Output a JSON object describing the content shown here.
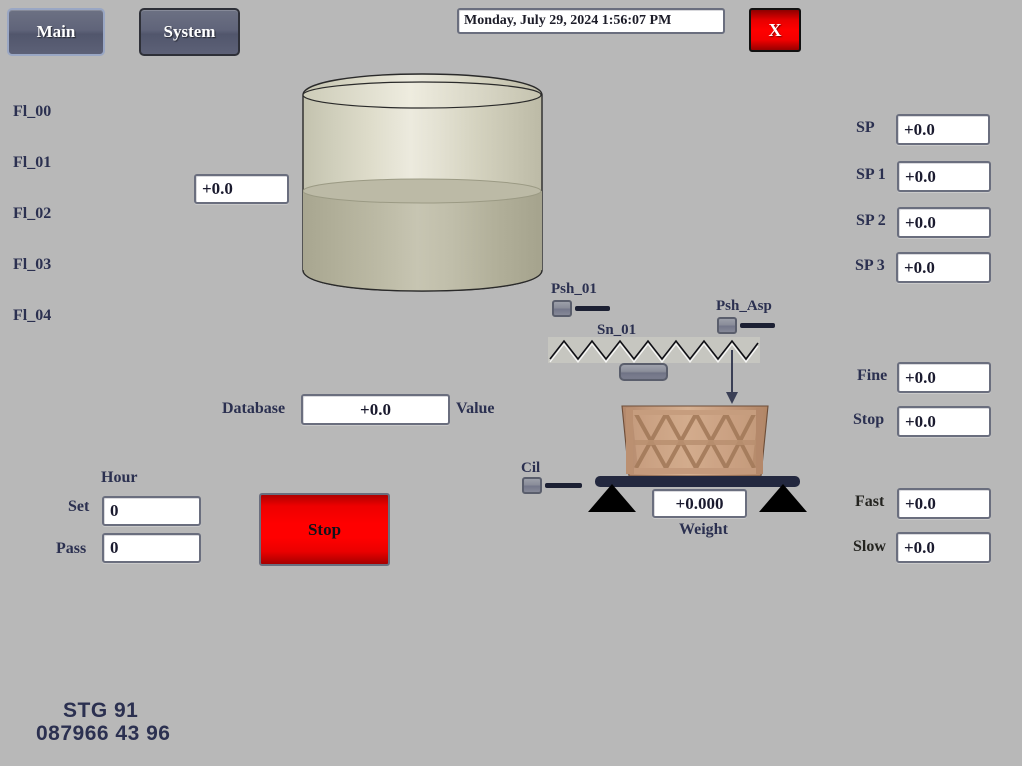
{
  "window": {
    "background_color": "#b8b8b8",
    "accent_navy": "#2b3050",
    "accent_red": "#ff0000"
  },
  "topbar": {
    "tabs": [
      {
        "label": "Main",
        "active": true
      },
      {
        "label": "System",
        "active": false
      }
    ],
    "datetime": "Monday, July 29, 2024 1:56:07 PM",
    "close_label": "X"
  },
  "left_flags": {
    "items": [
      {
        "label": "Fl_00"
      },
      {
        "label": "Fl_01"
      },
      {
        "label": "Fl_02"
      },
      {
        "label": "Fl_03"
      },
      {
        "label": "Fl_04"
      }
    ]
  },
  "tank": {
    "level_value": "+0.0",
    "fill_percent": 45,
    "body_color": "#d9d8c4",
    "liquid_color": "#b3b198"
  },
  "database": {
    "label": "Database",
    "value": "+0.0",
    "suffix_label": "Value"
  },
  "hour": {
    "title": "Hour",
    "set_label": "Set",
    "set_value": "0",
    "pass_label": "Pass",
    "pass_value": "0"
  },
  "stop_button": {
    "label": "Stop"
  },
  "devices": {
    "psh_01": "Psh_01",
    "psh_asp": "Psh_Asp",
    "sn_01": "Sn_01",
    "cil": "Cil"
  },
  "weight": {
    "value": "+0.000",
    "label": "Weight"
  },
  "setpoints": [
    {
      "label": "SP",
      "value": "+0.0"
    },
    {
      "label": "SP 1",
      "value": "+0.0"
    },
    {
      "label": "SP 2",
      "value": "+0.0"
    },
    {
      "label": "SP 3",
      "value": "+0.0"
    }
  ],
  "speeds": [
    {
      "label": "Fine",
      "value": "+0.0"
    },
    {
      "label": "Stop",
      "value": "+0.0"
    },
    {
      "label": "Fast",
      "value": "+0.0"
    },
    {
      "label": "Slow",
      "value": "+0.0"
    }
  ],
  "footer": {
    "line1": "STG 91",
    "line2": "087966 43 96"
  }
}
